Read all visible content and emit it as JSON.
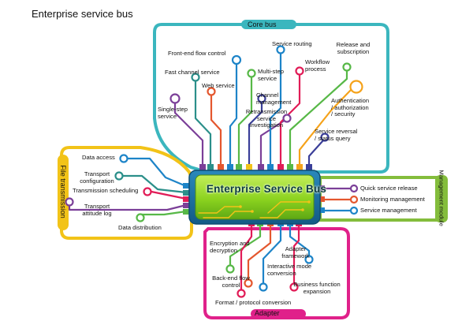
{
  "page_title": "Enterprise service bus",
  "chip_label": "Enterprise Service Bus",
  "colors": {
    "core_bus": "#3bb6be",
    "file_transmission": "#f2c318",
    "management_module": "#84bd3c",
    "adapter": "#e0218a",
    "chip_body": "#1f76a6",
    "chip_screen": "#8bd21f"
  },
  "panels": {
    "core_bus": {
      "title": "Core bus",
      "items": {
        "single_step": "Single-step\nservice",
        "fast_channel": "Fast channel service",
        "web_service": "Web service",
        "front_end": "Front-end flow control",
        "multi_step": "Multi-step\nservice",
        "channel_mgmt": "Channel\nmanagement",
        "retransmission": "Retransmission\nservice\ninvestigation",
        "service_routing": "Service routing",
        "workflow": "Workflow\nprocess",
        "release_subscription": "Release and\nsubscription",
        "authentication": "Authentication\n/ authorization\n/ security",
        "service_reversal": "Service reversal\n/ status query"
      }
    },
    "file_transmission": {
      "title": "File transmission",
      "items": {
        "data_access": "Data access",
        "transport_config": "Transport\nconfiguration",
        "transmission_scheduling": "Transmission scheduling",
        "transport_attitude_log": "Transport\nattitude log",
        "data_distribution": "Data distribution"
      }
    },
    "management_module": {
      "title": "Management module",
      "items": {
        "quick_release": "Quick service release",
        "monitoring": "Monitoring management",
        "service_mgmt": "Service management"
      }
    },
    "adapter": {
      "title": "Adapter",
      "items": {
        "encryption": "Encryption and\ndecryption",
        "backend_flow": "Back-end flow\ncontrol",
        "interactive_mode": "Interactive mode\nconversion",
        "adapter_framework": "Adapter\nframework",
        "format_protocol": "Format / protocol conversion",
        "business_function": "Business function\nexpansion"
      }
    }
  }
}
